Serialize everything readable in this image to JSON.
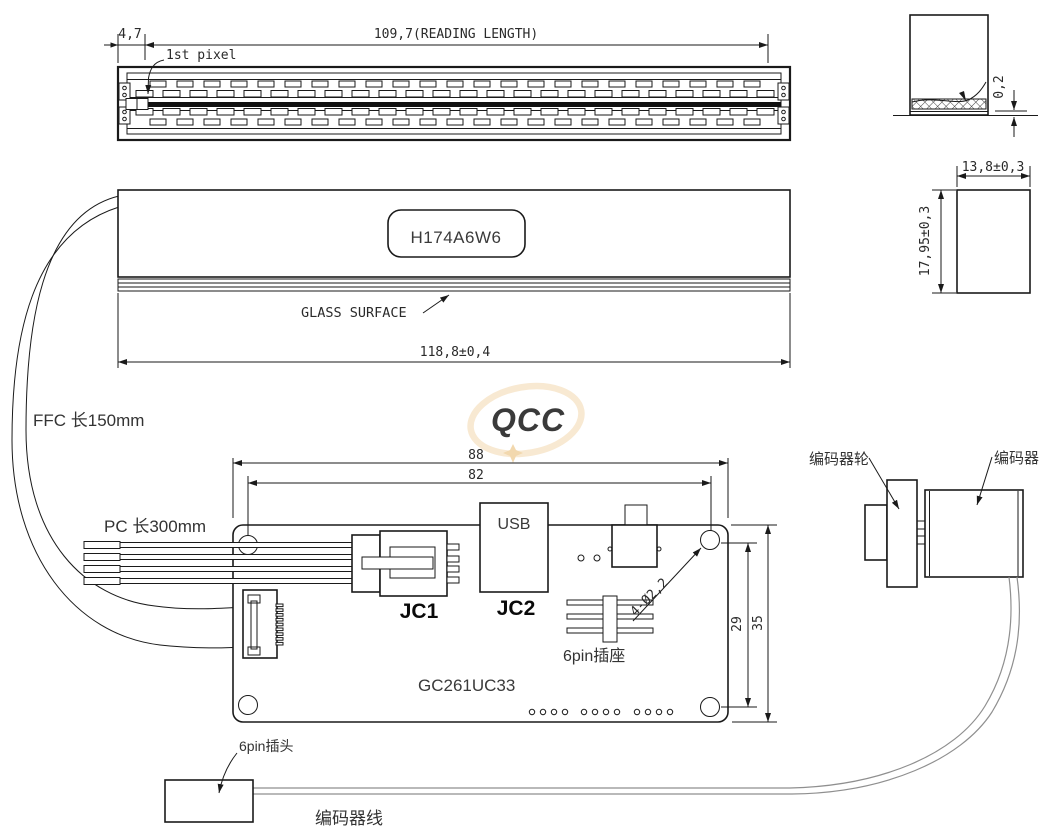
{
  "drawing_labels": {
    "top_view": {
      "offset_dim": "4,7",
      "reading_length_dim": "109,7(READING LENGTH)",
      "first_pixel": "1st pixel"
    },
    "glass_edge_detail": {
      "glass_step_dim": "0,2"
    },
    "front_view": {
      "model": "H174A6W6",
      "glass_surface": "GLASS SURFACE",
      "overall_length_dim": "118,8±0,4"
    },
    "side_view": {
      "width_dim": "13,8±0,3",
      "height_dim": "17,95±0,3"
    },
    "cables": {
      "ffc": "FFC 长150mm",
      "pc": "PC 长300mm",
      "encoder_cable": "编码器线",
      "plug_6pin": "6pin插头"
    },
    "pcb": {
      "board_width_dim": "88",
      "hole_span_dim": "82",
      "usb": "USB",
      "jc1": "JC1",
      "jc2": "JC2",
      "mounting_holes_dim": "4-Ø2,2",
      "hole_offset_dim": "29",
      "board_height_dim": "35",
      "socket_6pin": "6pin插座",
      "board_model": "GC261UC33"
    },
    "encoder": {
      "wheel_label": "编码器轮",
      "body_label": "编码器"
    },
    "watermark": {
      "text": "QCC",
      "color": "#f2d8ae"
    }
  },
  "colors": {
    "line": "#1a1a1a",
    "model_text": "#1f4a74",
    "board_text": "#3f5264",
    "usb_text": "#5a6670",
    "dim_text": "#2a2a2a"
  }
}
